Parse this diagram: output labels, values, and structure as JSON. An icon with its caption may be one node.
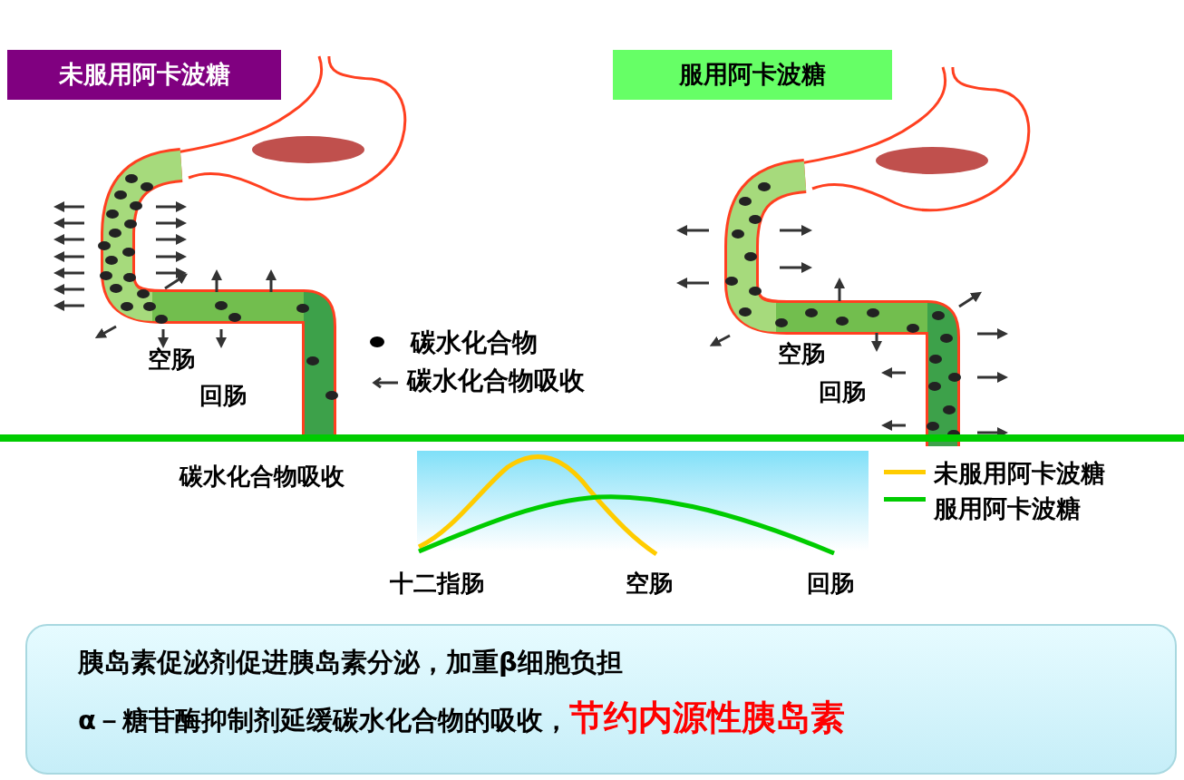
{
  "diagram": {
    "nodes": [
      {
        "text": [
          "未服用阿卡波糖"
        ]
      },
      {
        "text": [
          "服用阿卡波糖"
        ]
      },
      {
        "text": [
          "胰岛素促泌剂促进胰岛素分泌，加重β细胞负担",
          "α－糖苷酶抑制剂延缓碳水化合物的吸收，",
          "节约内源性胰岛素"
        ]
      }
    ],
    "labels": [
      "空肠",
      "回肠",
      "空肠",
      "回肠",
      "碳水化合物吸收",
      "十二指肠",
      "空肠",
      "回肠"
    ],
    "legend": [
      {
        "text": "碳水化合物"
      },
      {
        "text": "碳水化合物吸收"
      },
      {
        "text": "未服用阿卡波糖",
        "color": "#ffcc00"
      },
      {
        "text": "服用阿卡波糖",
        "color": "#00cc00"
      }
    ]
  }
}
